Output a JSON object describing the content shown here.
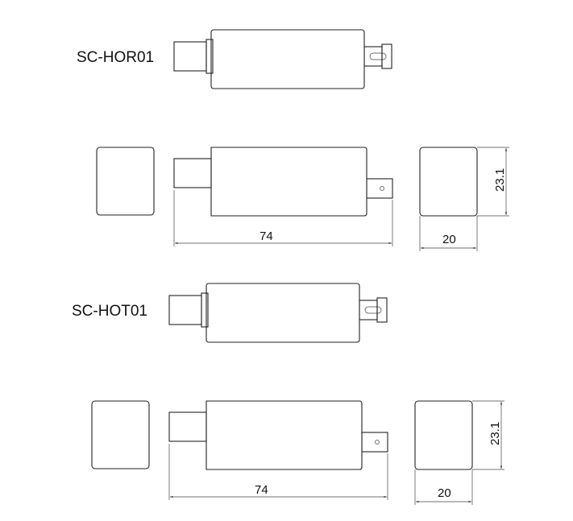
{
  "sets": [
    {
      "model": "SC-HOR01",
      "length_dim": "74",
      "width_dim": "20",
      "height_dim": "23.1"
    },
    {
      "model": "SC-HOT01",
      "length_dim": "74",
      "width_dim": "20",
      "height_dim": "23.1"
    }
  ]
}
